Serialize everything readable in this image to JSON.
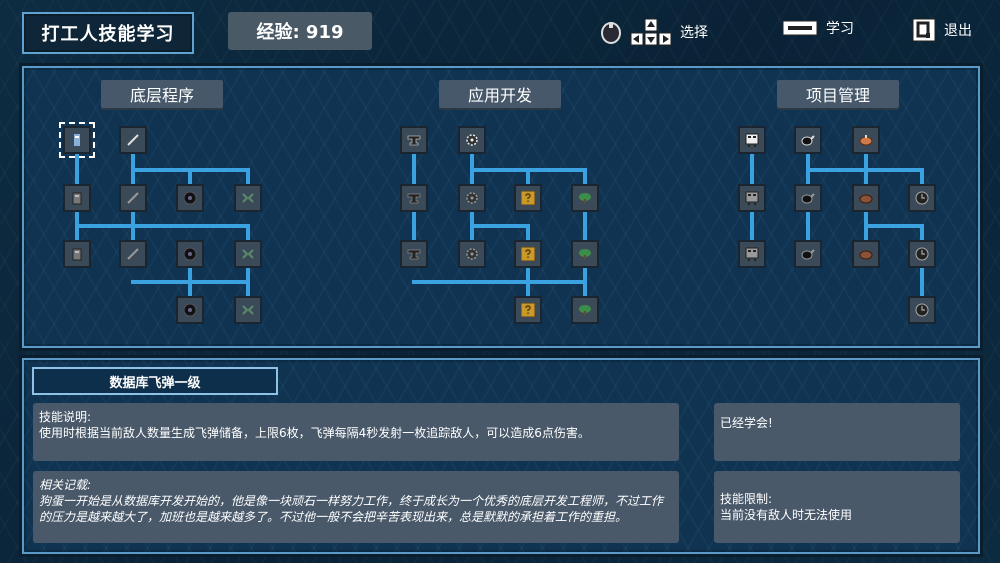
{
  "header": {
    "title": "打工人技能学习",
    "exp_label": "经验: 919",
    "hint_select": "选择",
    "hint_learn": "学习",
    "hint_exit": "退出"
  },
  "trees": [
    {
      "title": "底层程序"
    },
    {
      "title": "应用开发"
    },
    {
      "title": "项目管理"
    }
  ],
  "skill": {
    "name": "数据库飞弹一级",
    "desc_label": "技能说明:",
    "desc": "使用时根据当前敌人数量生成飞弹储备，上限6枚，飞弹每隔4秒发射一枚追踪敌人，可以造成6点伤害。",
    "lore_label": "相关记载:",
    "lore": "狗蛋一开始是从数据库开发开始的，他是像一块顽石一样努力工作，终于成长为一个优秀的底层开发工程师，不过工作的压力是越来越大了，加班也是越来越多了。不过他一般不会把辛苦表现出来，总是默默的承担着工作的重担。",
    "status": "已经学会!",
    "limit_label": "技能限制:",
    "limit": "当前没有敌人时无法使用"
  },
  "colors": {
    "line": "#3aa2e0",
    "panel": "#0f3350",
    "border": "#5b9ac6",
    "box": "#49596a"
  }
}
